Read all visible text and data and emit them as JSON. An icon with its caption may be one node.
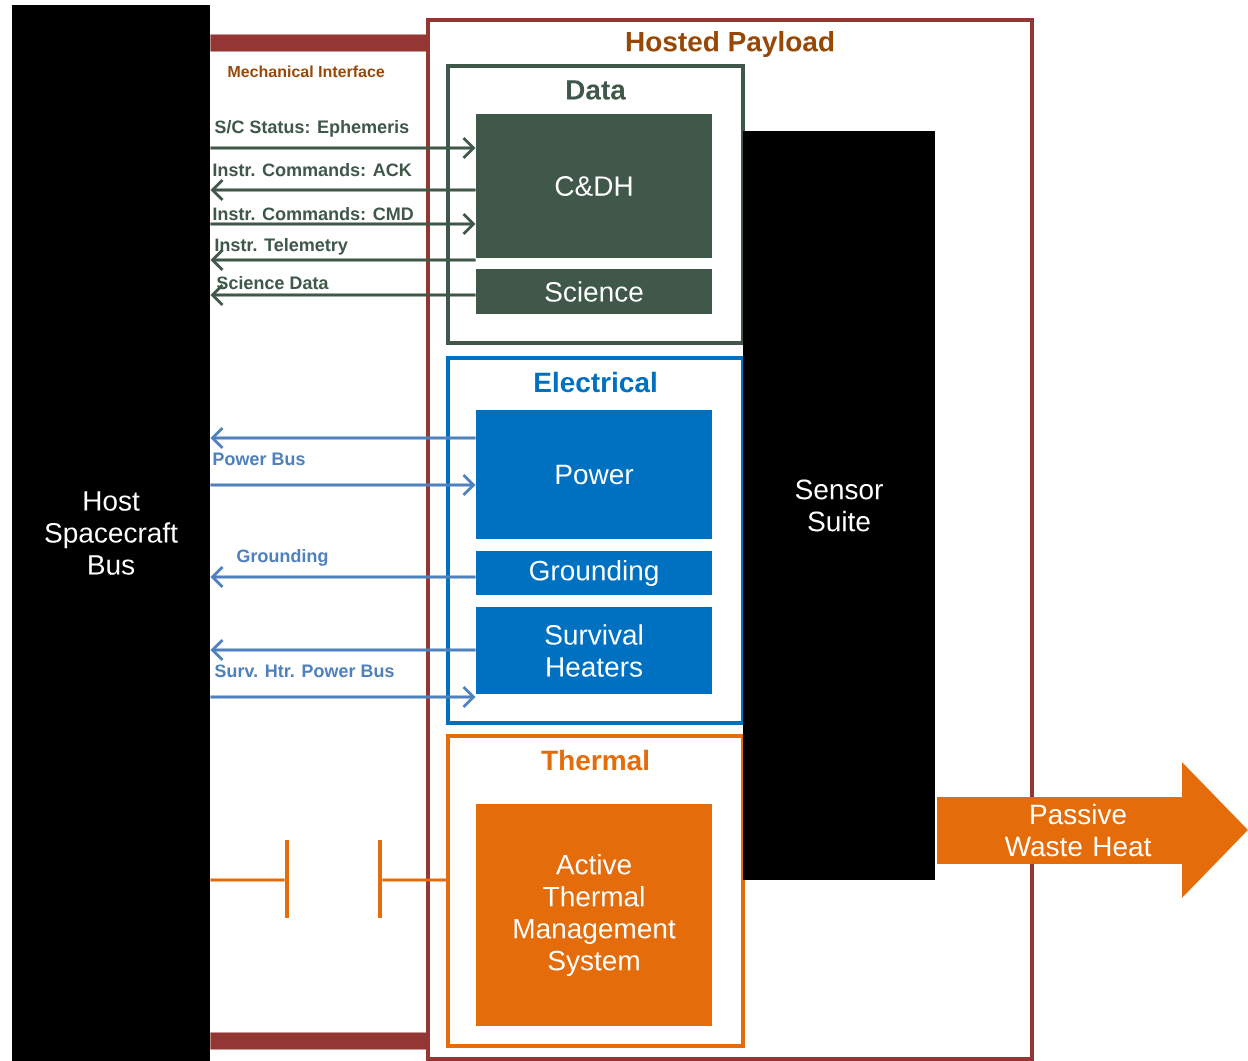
{
  "diagram": {
    "nodes": [
      {
        "text": [
          "Host Spacecraft Bus"
        ]
      },
      {
        "text": [
          "Hosted Payload"
        ]
      },
      {
        "text": [
          "Data"
        ],
        "in": 1
      },
      {
        "text": [
          "C&DH"
        ],
        "in": 2
      },
      {
        "text": [
          "Science"
        ],
        "in": 2
      },
      {
        "text": [
          "Electrical"
        ],
        "in": 1
      },
      {
        "text": [
          "Power"
        ],
        "in": 5
      },
      {
        "text": [
          "Grounding"
        ],
        "in": 5
      },
      {
        "text": [
          "Survival Heaters"
        ],
        "in": 5
      },
      {
        "text": [
          "Thermal"
        ],
        "in": 1
      },
      {
        "text": [
          "Active Thermal Management System"
        ],
        "in": 9
      },
      {
        "text": [
          "Sensor Suite"
        ],
        "in": 1
      },
      {
        "text": [
          "Passive Waste Heat"
        ]
      },
      {
        "text": [],
        "shape": "bar"
      },
      {
        "text": [],
        "shape": "bar"
      }
    ],
    "edges": [
      {
        "from": 0,
        "to": 1,
        "arrow": "none",
        "style": "thick",
        "color": "#943634"
      },
      {
        "from": 0,
        "to": 3,
        "arrow": "to",
        "label": "S/C Status: Ephemeris"
      },
      {
        "from": 3,
        "to": 0,
        "arrow": "to",
        "label": "Instr. Commands: ACK"
      },
      {
        "from": 0,
        "to": 3,
        "arrow": "to",
        "label": "Instr. Commands: CMD"
      },
      {
        "from": 3,
        "to": 0,
        "arrow": "to",
        "label": "Instr. Telemetry"
      },
      {
        "from": 4,
        "to": 0,
        "arrow": "to",
        "label": "Science Data"
      },
      {
        "from": 6,
        "to": 0,
        "arrow": "to",
        "color": "#4f81bd"
      },
      {
        "from": 0,
        "to": 6,
        "arrow": "to",
        "label": "Power Bus",
        "color": "#4f81bd"
      },
      {
        "from": 7,
        "to": 0,
        "arrow": "to",
        "label": "Grounding",
        "color": "#4f81bd"
      },
      {
        "from": 8,
        "to": 0,
        "arrow": "to",
        "color": "#4f81bd"
      },
      {
        "from": 0,
        "to": 8,
        "arrow": "to",
        "label": "Surv. Htr. Power Bus",
        "color": "#4f81bd"
      },
      {
        "from": 9,
        "to": 14,
        "arrow": "none",
        "color": "#e46c0a"
      },
      {
        "from": 0,
        "to": 13,
        "arrow": "none",
        "color": "#e46c0a"
      },
      {
        "from": 0,
        "to": 1,
        "arrow": "none",
        "style": "thick",
        "color": "#943634"
      }
    ],
    "labels": [
      "Mechanical Interface"
    ]
  }
}
